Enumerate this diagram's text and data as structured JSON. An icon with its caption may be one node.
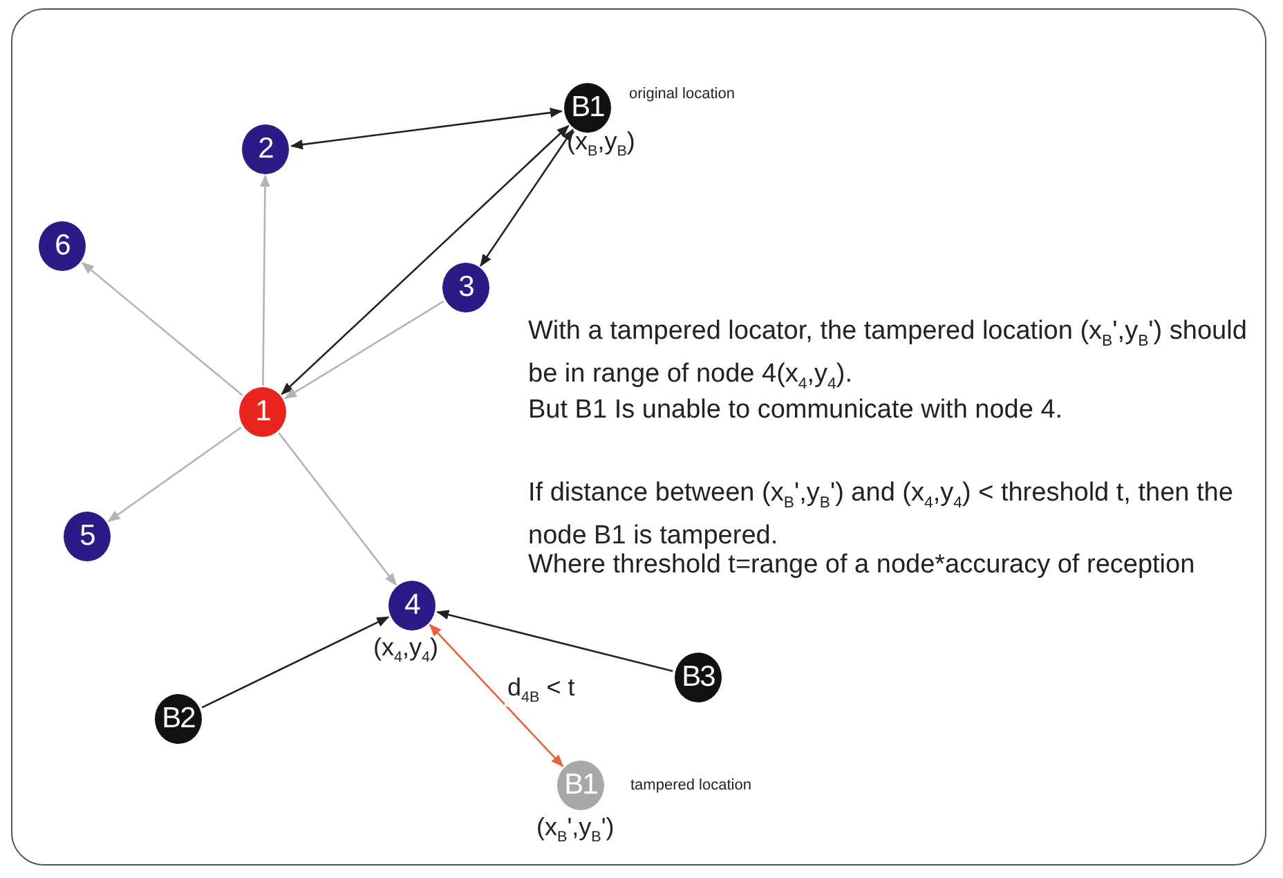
{
  "diagram": {
    "nodes": [
      {
        "text": [
          "B1"
        ],
        "beside": [
          "original location",
          "(x$_{B}$,y$_{B}$)"
        ]
      },
      {
        "text": [
          "2"
        ]
      },
      {
        "text": [
          "6"
        ]
      },
      {
        "text": [
          "3"
        ]
      },
      {
        "text": [
          "1"
        ]
      },
      {
        "text": [
          "5"
        ]
      },
      {
        "text": [
          "4"
        ],
        "beside": [
          "(x$_{4}$,y$_{4}$)"
        ]
      },
      {
        "text": [
          "B3"
        ]
      },
      {
        "text": [
          "B2"
        ]
      },
      {
        "text": [
          "B1"
        ],
        "beside": [
          "tampered location",
          "(x$_{B}$',y$_{B}$')"
        ]
      }
    ],
    "edges": [
      {
        "from": 0,
        "to": 1,
        "arrow": "both"
      },
      {
        "from": 0,
        "to": 4,
        "arrow": "both"
      },
      {
        "from": 0,
        "to": 3,
        "arrow": "both"
      },
      {
        "from": 4,
        "to": 1,
        "arrow": "to",
        "color": "#b4b4b4"
      },
      {
        "from": 4,
        "to": 2,
        "arrow": "to",
        "color": "#b4b4b4"
      },
      {
        "from": 3,
        "to": 4,
        "arrow": "to",
        "color": "#b4b4b4"
      },
      {
        "from": 4,
        "to": 5,
        "arrow": "to",
        "color": "#b4b4b4"
      },
      {
        "from": 4,
        "to": 6,
        "arrow": "to",
        "color": "#b4b4b4"
      },
      {
        "from": 8,
        "to": 6,
        "arrow": "to"
      },
      {
        "from": 7,
        "to": 6,
        "arrow": "to"
      },
      {
        "from": 6,
        "to": 9,
        "arrow": "both",
        "color": "#e8603c",
        "label": "d$_{4B}$ < t"
      }
    ],
    "labels": [
      "With a tampered locator, the tampered location (x$_{B}$',y$_{B}$') should be in range of node 4(x$_{4}$,y$_{4}$).",
      "But B1 Is unable to communicate with node 4.",
      "If distance between (x$_{B}$',y$_{B}$') and (x$_{4}$,y$_{4}$) < threshold t, then the node B1 is tampered.",
      "Where threshold t=range of a node*accuracy of reception"
    ]
  }
}
